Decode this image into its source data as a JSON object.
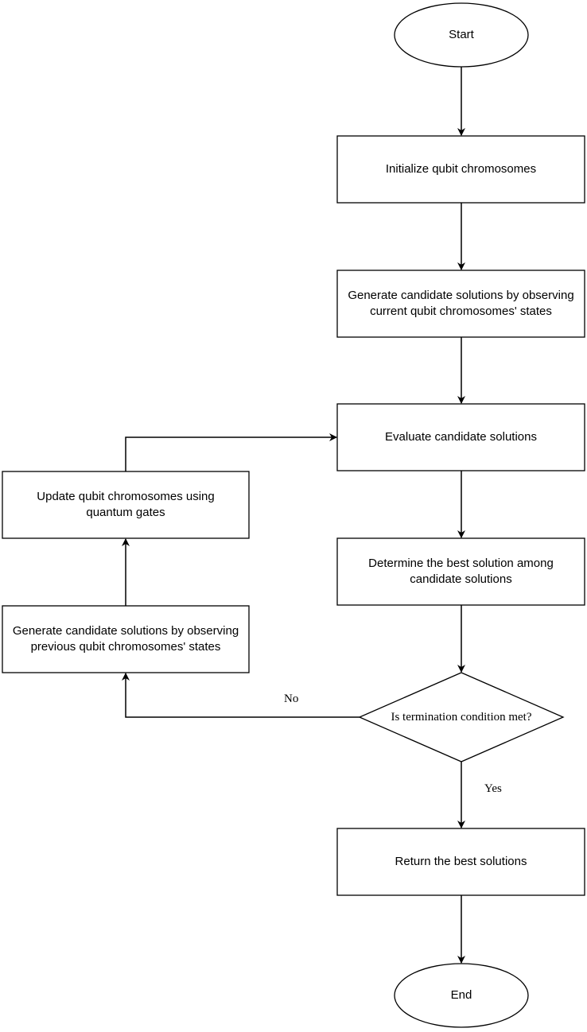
{
  "flowchart": {
    "start": "Start",
    "end": "End",
    "steps": {
      "init": "Initialize qubit chromosomes",
      "generate_current": "Generate candidate solutions by observing current qubit chromosomes' states",
      "evaluate": "Evaluate candidate solutions",
      "determine_best": "Determine the best solution among candidate solutions",
      "return_best": "Return the best solutions",
      "update": "Update qubit chromosomes using quantum gates",
      "generate_previous": "Generate candidate solutions by observing previous qubit chromosomes' states"
    },
    "decision": "Is termination condition met?",
    "labels": {
      "no": "No",
      "yes": "Yes"
    }
  },
  "colors": {
    "stroke": "#000000",
    "fill": "#ffffff"
  }
}
